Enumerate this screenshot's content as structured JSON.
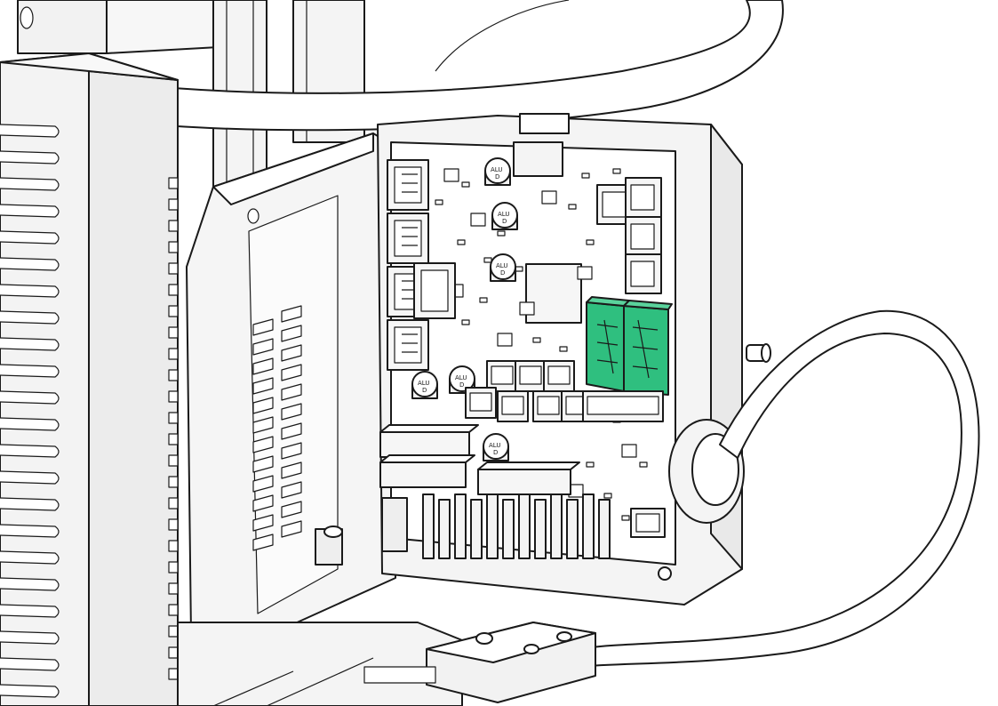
{
  "colors": {
    "line": "#1a1a1a",
    "housing": "#f2f2f2",
    "board": "#ffffff",
    "highlight": "#2fbf7f",
    "shade": "#e4e4e4"
  },
  "capacitors": [
    {
      "label": "ALU",
      "sub": "D"
    },
    {
      "label": "ALU",
      "sub": "D"
    },
    {
      "label": "ALU",
      "sub": "D"
    },
    {
      "label": "ALU",
      "sub": "D"
    },
    {
      "label": "ALU",
      "sub": "D"
    },
    {
      "label": "ALU",
      "sub": "D"
    }
  ],
  "highlighted_connectors": [
    {
      "icon": "connector-highlighted-left-icon"
    },
    {
      "icon": "connector-highlighted-right-icon"
    }
  ]
}
